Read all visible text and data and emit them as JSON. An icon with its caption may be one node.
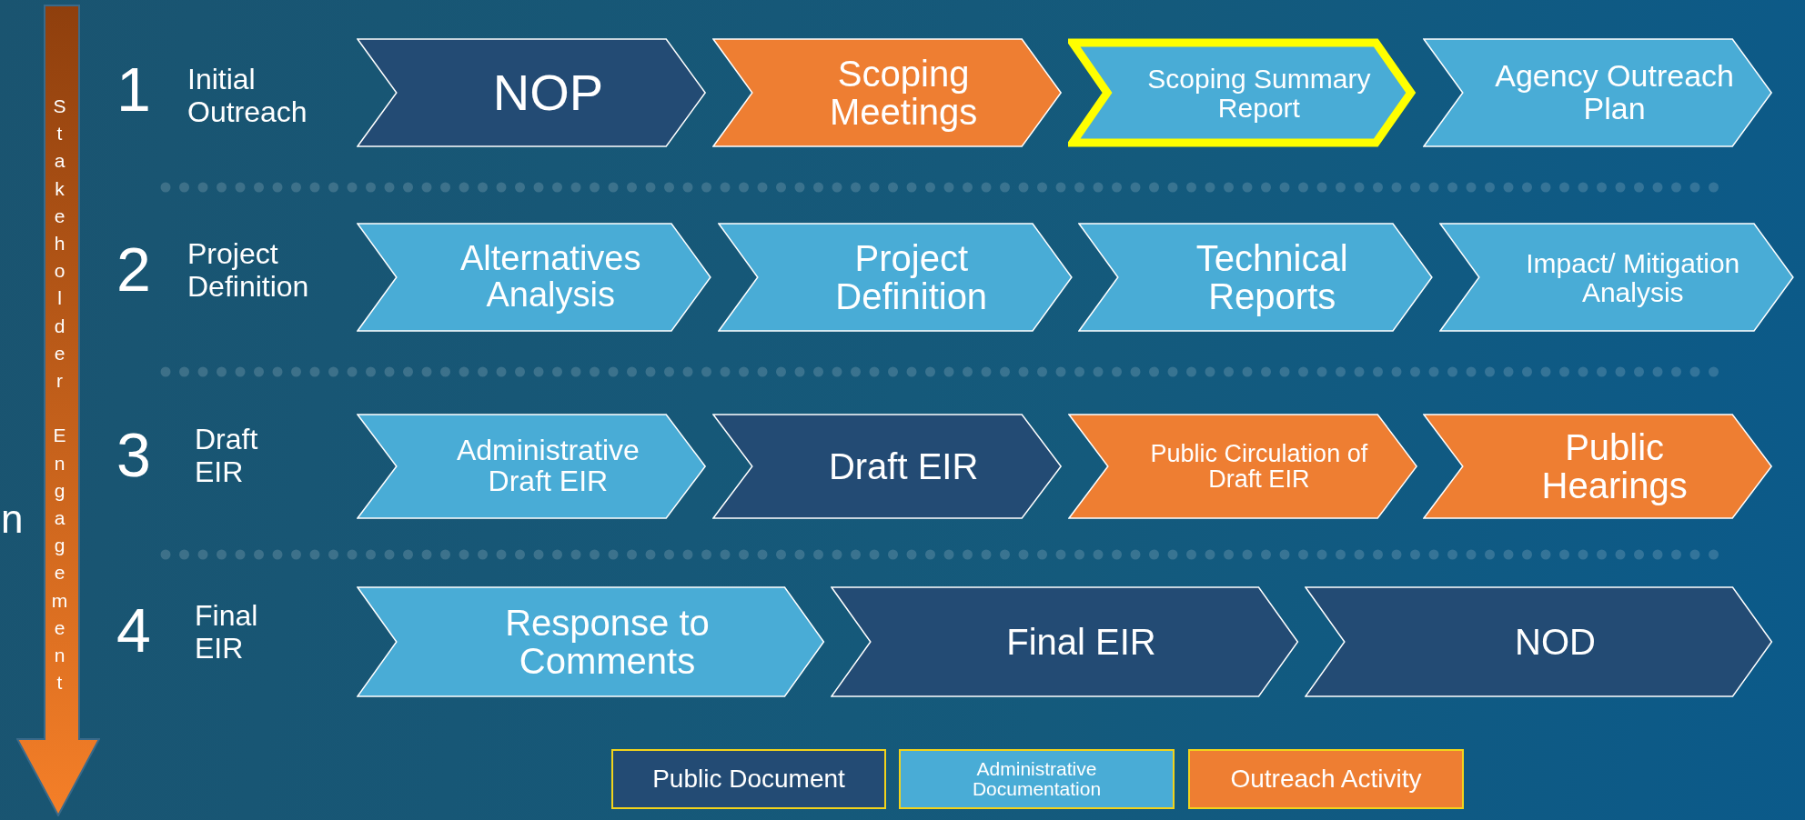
{
  "diagram": {
    "nodes": [
      {
        "text": [
          "Stakeholder Engagement"
        ]
      },
      {
        "text": [
          "NOP"
        ]
      },
      {
        "text": [
          "Scoping Meetings"
        ]
      },
      {
        "text": [
          "Scoping Summary Report"
        ]
      },
      {
        "text": [
          "Agency Outreach Plan"
        ]
      },
      {
        "text": [
          "Alternatives Analysis"
        ]
      },
      {
        "text": [
          "Project Definition"
        ]
      },
      {
        "text": [
          "Technical Reports"
        ]
      },
      {
        "text": [
          "Impact/ Mitigation Analysis"
        ]
      },
      {
        "text": [
          "Administrative Draft EIR"
        ]
      },
      {
        "text": [
          "Draft EIR"
        ]
      },
      {
        "text": [
          "Public Circulation of Draft EIR"
        ]
      },
      {
        "text": [
          "Public Hearings"
        ]
      },
      {
        "text": [
          "Response to Comments"
        ]
      },
      {
        "text": [
          "Final EIR"
        ]
      },
      {
        "text": [
          "NOD"
        ]
      }
    ],
    "labels": [
      "1",
      "Initial Outreach",
      "2",
      "Project Definition",
      "3",
      "Draft EIR",
      "n",
      "4",
      "Final EIR"
    ],
    "legend": [
      {
        "text": "Public Document",
        "color": "#234b74"
      },
      {
        "text": "Administrative Documentation",
        "color": "#49acd6"
      },
      {
        "text": "Outreach Activity",
        "color": "#ee7e32"
      }
    ]
  }
}
